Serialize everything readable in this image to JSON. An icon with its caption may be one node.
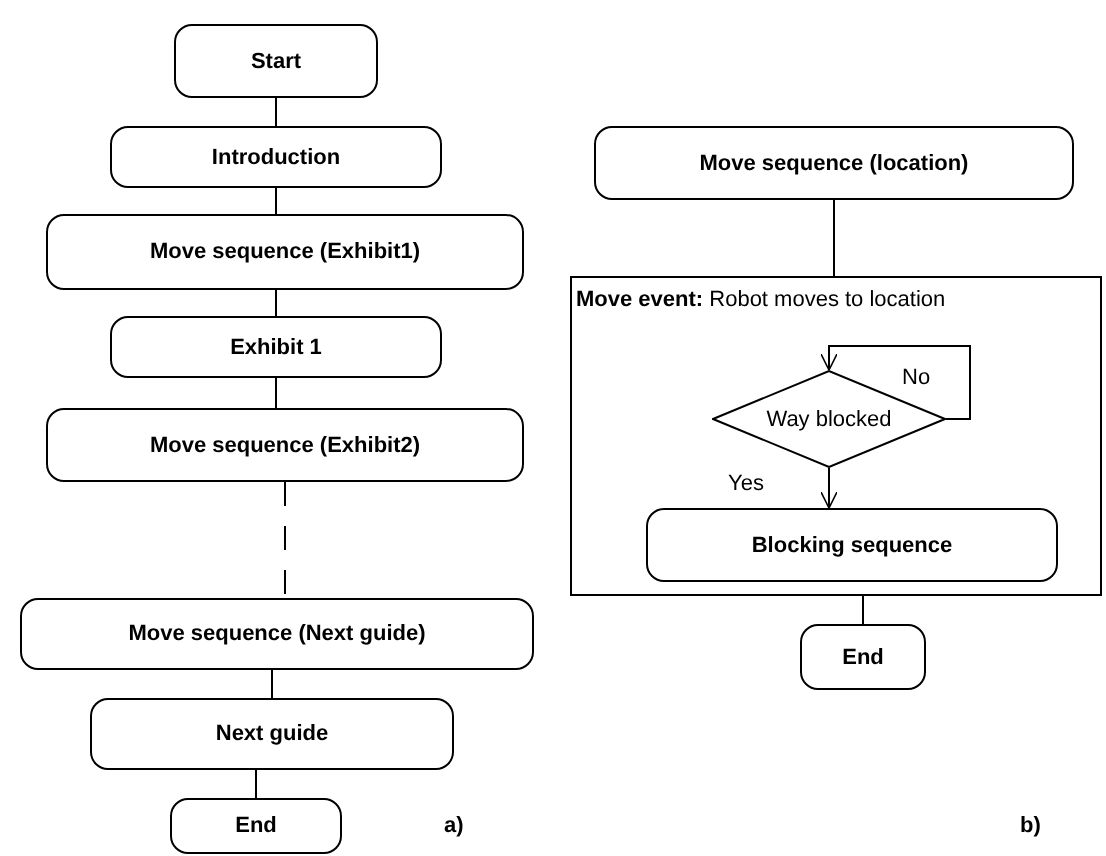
{
  "diagram": {
    "nodes": [
      {
        "text": [
          "Start"
        ]
      },
      {
        "text": [
          "Introduction"
        ]
      },
      {
        "text": [
          "Move sequence (Exhibit1)"
        ]
      },
      {
        "text": [
          "Exhibit 1"
        ]
      },
      {
        "text": [
          "Move sequence (Exhibit2)"
        ]
      },
      {
        "text": [
          "Move sequence (Next guide)"
        ]
      },
      {
        "text": [
          "Next guide"
        ]
      },
      {
        "text": [
          "End"
        ]
      },
      {
        "text": [
          "Move sequence (location)"
        ]
      },
      {
        "text": [
          "**Move event:** Robot moves to location"
        ]
      },
      {
        "text": [
          "Way blocked"
        ],
        "in": 9
      },
      {
        "text": [
          "Blocking sequence"
        ],
        "in": 9
      },
      {
        "text": [
          "End"
        ]
      }
    ],
    "edges": [
      {
        "from": 0,
        "to": 1,
        "arrow": "none"
      },
      {
        "from": 1,
        "to": 2,
        "arrow": "none"
      },
      {
        "from": 2,
        "to": 3,
        "arrow": "none"
      },
      {
        "from": 3,
        "to": 4,
        "arrow": "none"
      },
      {
        "from": 4,
        "to": 5,
        "arrow": "none",
        "style": "dashed"
      },
      {
        "from": 5,
        "to": 6,
        "arrow": "none"
      },
      {
        "from": 6,
        "to": 7,
        "arrow": "none"
      },
      {
        "from": 8,
        "to": 9,
        "arrow": "none"
      },
      {
        "from": 10,
        "to": 10,
        "arrow": "to",
        "label": "No"
      },
      {
        "from": 10,
        "to": 11,
        "arrow": "to",
        "label": "Yes"
      },
      {
        "from": 9,
        "to": 12,
        "arrow": "none"
      }
    ],
    "labels": [
      "a)",
      "b)"
    ]
  }
}
